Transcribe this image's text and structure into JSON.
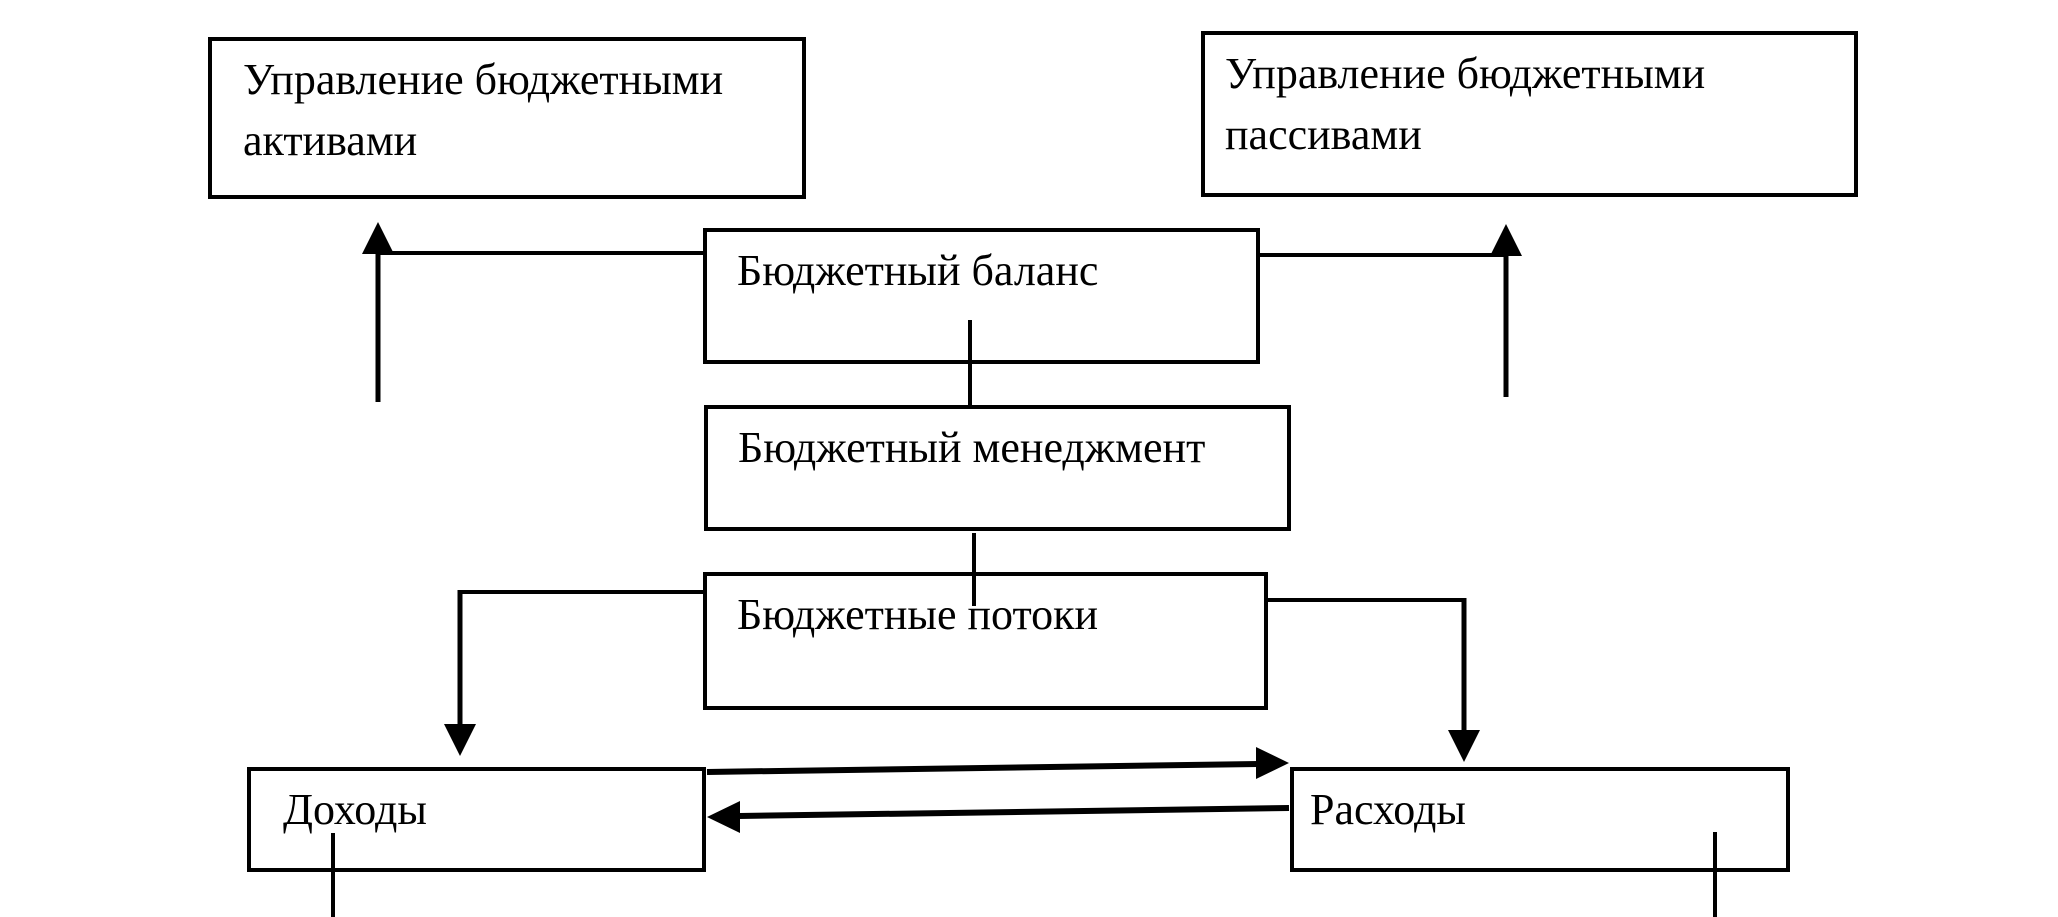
{
  "diagram": {
    "background_color": "#ffffff",
    "line_color": "#000000",
    "text_color": "#000000",
    "boxes": {
      "assets": {
        "label": "Управление бюджетными активами"
      },
      "liabilities": {
        "label": "Управление бюджетными пассивами"
      },
      "balance": {
        "label": "Бюджетный баланс"
      },
      "management": {
        "label": "Бюджетный менеджмент"
      },
      "flows": {
        "label": "Бюджетные потоки"
      },
      "incomes": {
        "label": "Доходы"
      },
      "expenses": {
        "label": "Расходы"
      }
    },
    "connections": [
      {
        "from": "balance",
        "to": "assets",
        "type": "arrow-up"
      },
      {
        "from": "balance",
        "to": "liabilities",
        "type": "arrow-up"
      },
      {
        "from": "balance",
        "to": "management",
        "type": "line"
      },
      {
        "from": "management",
        "to": "flows",
        "type": "line"
      },
      {
        "from": "flows",
        "to": "incomes",
        "type": "arrow-down"
      },
      {
        "from": "flows",
        "to": "expenses",
        "type": "arrow-down"
      },
      {
        "from": "incomes",
        "to": "expenses",
        "type": "arrow-right"
      },
      {
        "from": "expenses",
        "to": "incomes",
        "type": "arrow-left"
      },
      {
        "from": "incomes",
        "to": "offscreen-bottom",
        "type": "line-cut-off"
      },
      {
        "from": "expenses",
        "to": "offscreen-bottom",
        "type": "line-cut-off"
      }
    ]
  }
}
